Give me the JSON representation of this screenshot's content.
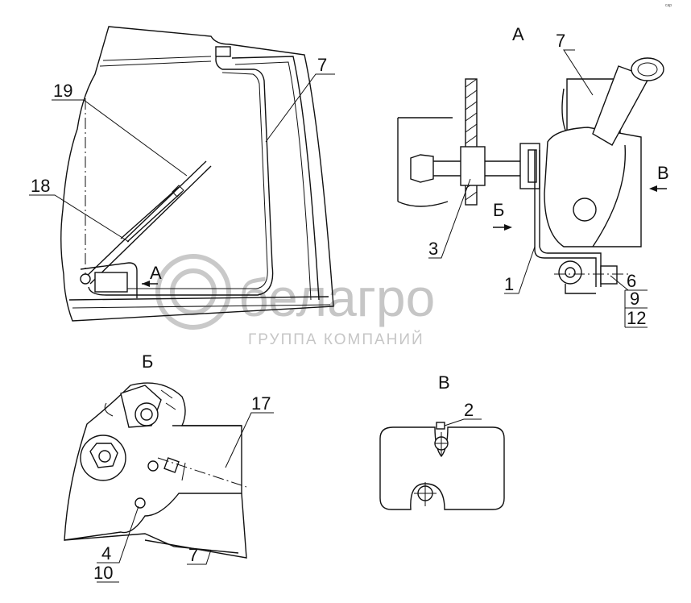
{
  "views": {
    "a": "А",
    "b": "Б",
    "v": "В"
  },
  "arrows": {
    "a": "А",
    "b": "Б",
    "v": "В"
  },
  "labels": {
    "l19": "19",
    "l18": "18",
    "l7_main": "7",
    "l7_a": "7",
    "l3": "3",
    "l1": "1",
    "l6": "6",
    "l9": "9",
    "l12": "12",
    "l17": "17",
    "l4": "4",
    "l10": "10",
    "l7_b": "7",
    "l2": "2"
  },
  "watermark": {
    "brand": "белагро",
    "tagline": "ГРУППА КОМПАНИЙ"
  },
  "corner_mark": "сар"
}
